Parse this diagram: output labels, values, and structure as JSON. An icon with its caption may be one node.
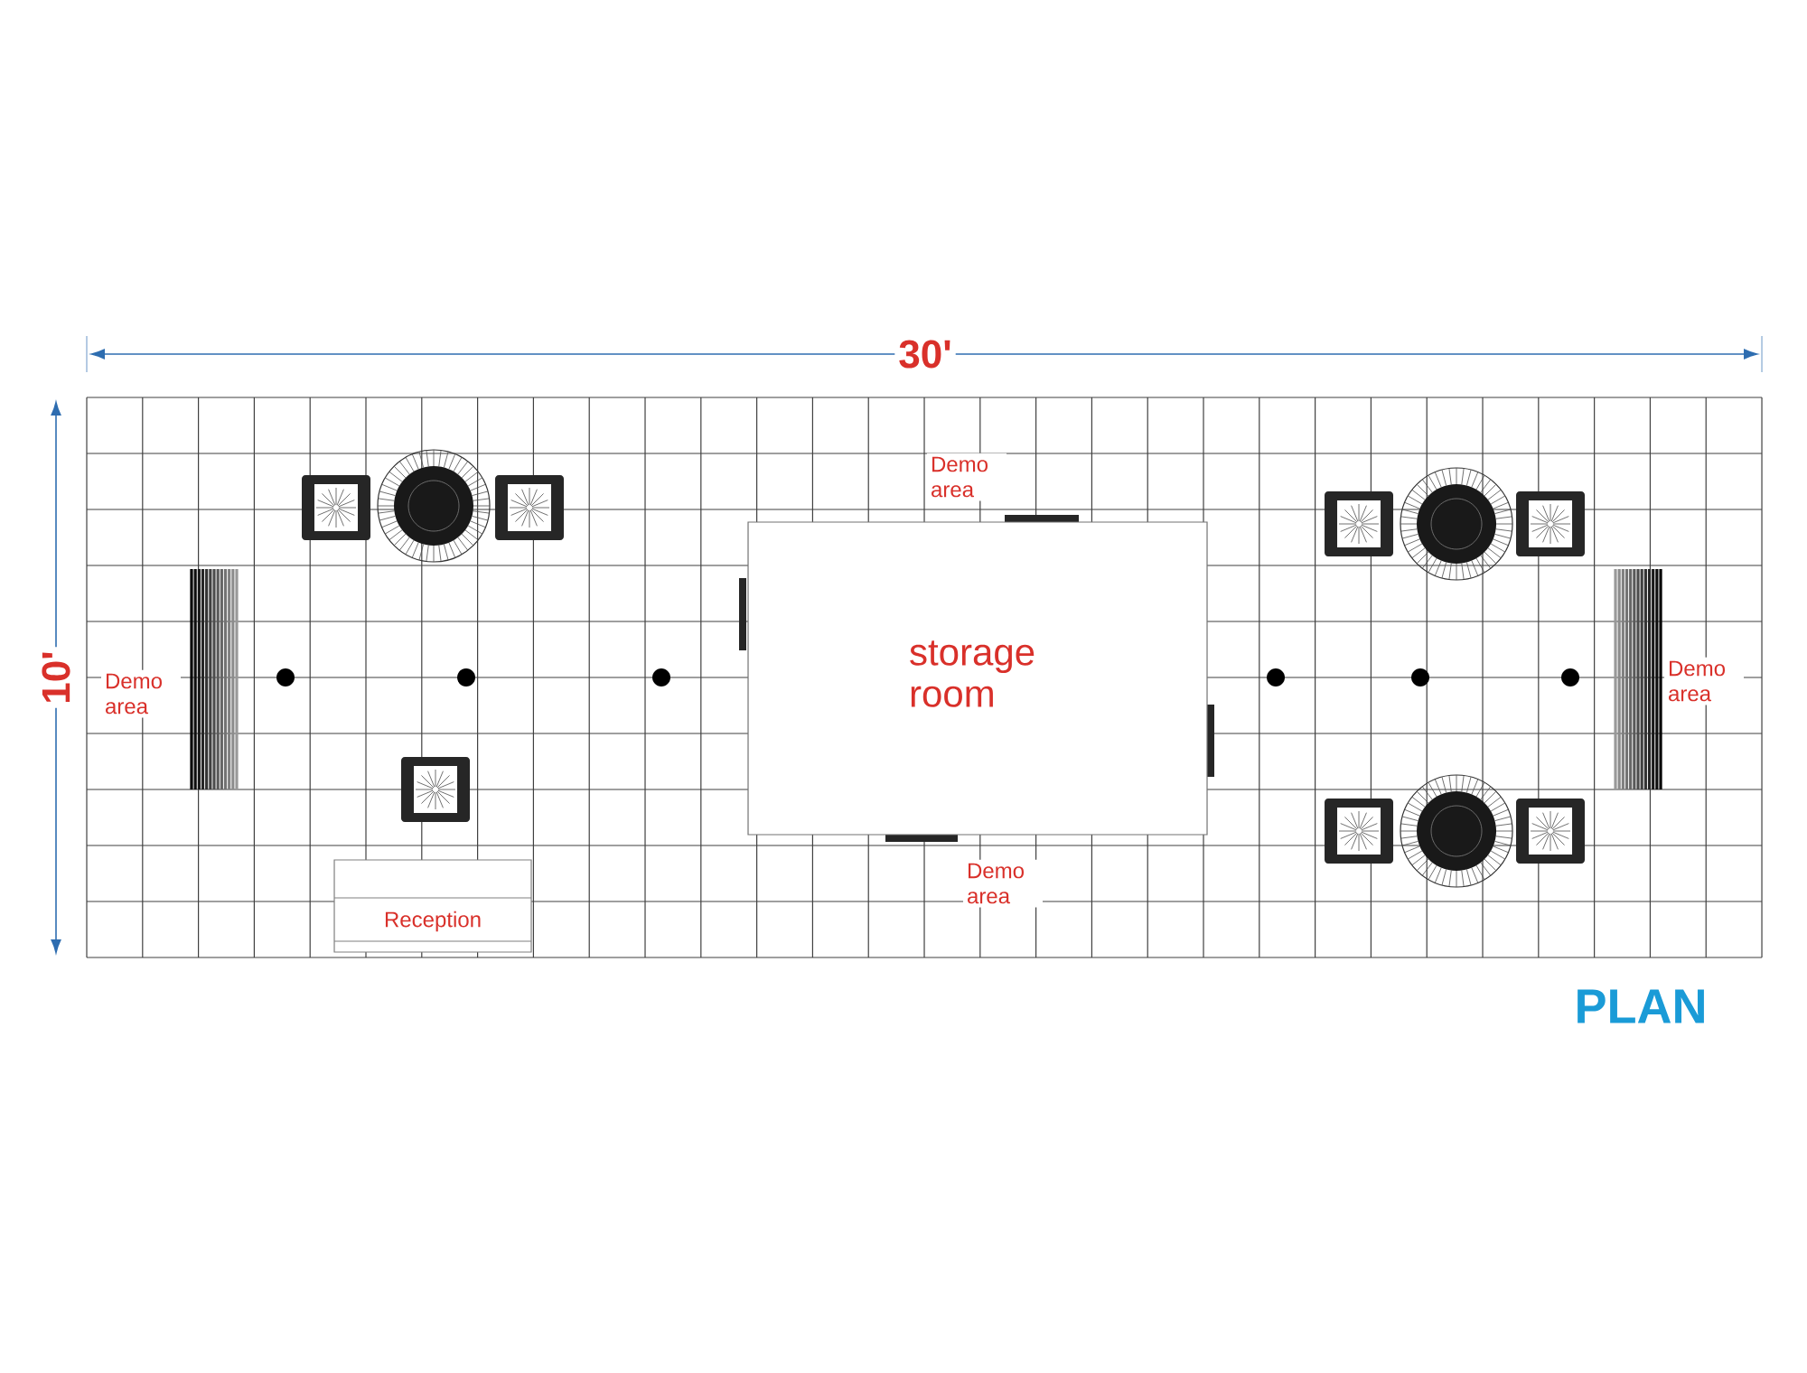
{
  "diagram": {
    "title": "PLAN",
    "nodes": [
      {
        "text": [
          "storage room"
        ]
      },
      {
        "text": [
          "Reception"
        ]
      }
    ],
    "labels": [
      "30'",
      "10'",
      "Demo area",
      "Demo area",
      "Demo area",
      "Demo area"
    ]
  }
}
